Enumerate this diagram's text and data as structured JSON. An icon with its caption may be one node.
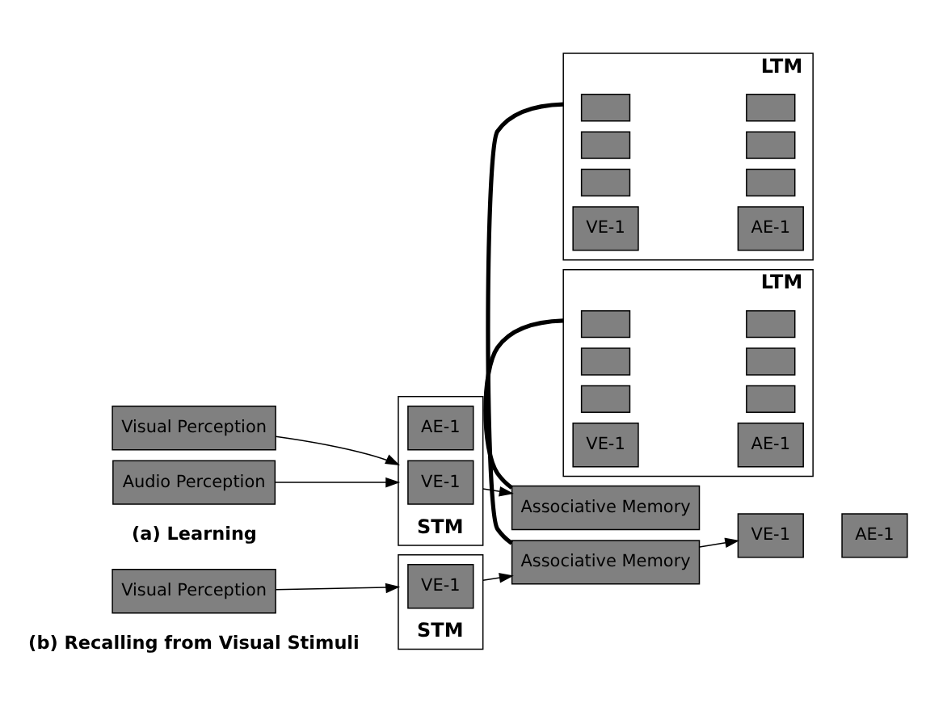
{
  "diagram": {
    "nodes": [
      {
        "text": [
          "Visual Perception"
        ]
      },
      {
        "text": [
          "Audio Perception"
        ]
      },
      {
        "text": [
          "STM"
        ]
      },
      {
        "text": [
          "VE-1"
        ],
        "in": 2
      },
      {
        "text": [
          "AE-1"
        ],
        "in": 2
      },
      {
        "text": [
          "LTM"
        ]
      },
      {
        "text": [],
        "shape": "box",
        "in": 5
      },
      {
        "text": [],
        "shape": "box",
        "in": 5
      },
      {
        "text": [],
        "shape": "box",
        "in": 5
      },
      {
        "text": [],
        "shape": "box",
        "in": 5
      },
      {
        "text": [],
        "shape": "box",
        "in": 5
      },
      {
        "text": [],
        "shape": "box",
        "in": 5
      },
      {
        "text": [
          "VE-1"
        ],
        "in": 5
      },
      {
        "text": [
          "AE-1"
        ],
        "in": 5
      },
      {
        "text": [
          "Associative Memory"
        ]
      },
      {
        "text": [
          "Visual Perception"
        ]
      },
      {
        "text": [
          "STM"
        ]
      },
      {
        "text": [
          "VE-1"
        ],
        "in": 16
      },
      {
        "text": [
          "LTM"
        ]
      },
      {
        "text": [],
        "shape": "box",
        "in": 18
      },
      {
        "text": [],
        "shape": "box",
        "in": 18
      },
      {
        "text": [],
        "shape": "box",
        "in": 18
      },
      {
        "text": [],
        "shape": "box",
        "in": 18
      },
      {
        "text": [],
        "shape": "box",
        "in": 18
      },
      {
        "text": [],
        "shape": "box",
        "in": 18
      },
      {
        "text": [
          "VE-1"
        ],
        "in": 18
      },
      {
        "text": [
          "AE-1"
        ],
        "in": 18
      },
      {
        "text": [
          "Associative Memory"
        ]
      },
      {
        "text": [
          "VE-1"
        ]
      },
      {
        "text": [
          "AE-1"
        ]
      }
    ],
    "edges": [
      {
        "from": 0,
        "to": 2,
        "arrow": "to"
      },
      {
        "from": 1,
        "to": 2,
        "arrow": "to"
      },
      {
        "from": 2,
        "to": 14,
        "arrow": "to"
      },
      {
        "from": 5,
        "to": 14,
        "arrow": "none",
        "style": "thick"
      },
      {
        "from": 15,
        "to": 16,
        "arrow": "to"
      },
      {
        "from": 16,
        "to": 27,
        "arrow": "to"
      },
      {
        "from": 18,
        "to": 27,
        "arrow": "none",
        "style": "thick"
      },
      {
        "from": 27,
        "to": 28,
        "arrow": "to"
      }
    ],
    "labels": [
      "(a) Learning",
      "(b) Recalling from Visual Stimuli"
    ]
  }
}
